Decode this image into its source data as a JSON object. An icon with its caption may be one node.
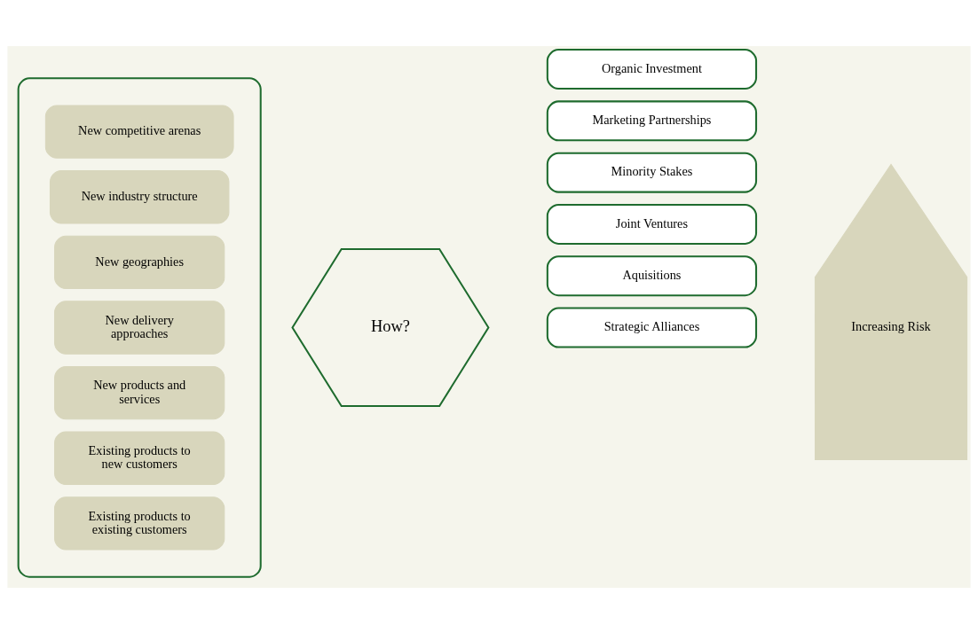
{
  "diagram": {
    "nodes": [
      {
        "text": [],
        "shape": "arrow"
      },
      {
        "text": [
          "New competitive arenas"
        ],
        "in": 0
      },
      {
        "text": [
          "New industry structure"
        ],
        "in": 0
      },
      {
        "text": [
          "New geographies"
        ],
        "in": 0
      },
      {
        "text": [
          "New delivery approaches"
        ],
        "in": 0
      },
      {
        "text": [
          "New products and services"
        ],
        "in": 0
      },
      {
        "text": [
          "Existing products to new customers"
        ],
        "in": 0
      },
      {
        "text": [
          "Existing products to existing customers"
        ],
        "in": 0
      },
      {
        "text": [
          "How?"
        ]
      },
      {
        "text": [
          "Aquisitions"
        ]
      },
      {
        "text": [
          "Joint Ventures"
        ]
      },
      {
        "text": [
          "Minority Stakes"
        ]
      },
      {
        "text": [
          "Strategic Alliances"
        ]
      },
      {
        "text": [
          "Marketing Partnerships"
        ]
      },
      {
        "text": [
          "Organic Investment"
        ]
      },
      {
        "text": [
          "Increasing Risk"
        ]
      }
    ]
  }
}
